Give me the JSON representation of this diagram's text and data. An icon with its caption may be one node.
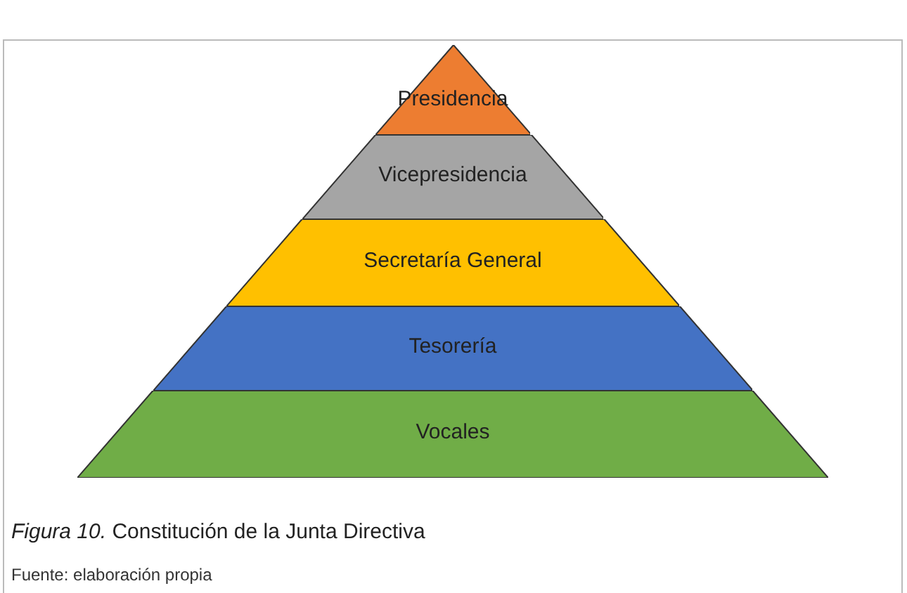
{
  "diagram": {
    "caption": "*Figura 10.* Constitución de la Junta Directiva",
    "nodes": [
      {
        "text": [
          "Presidencia"
        ]
      },
      {
        "text": [
          "Vicepresidencia"
        ]
      },
      {
        "text": [
          "Secretaría General"
        ]
      },
      {
        "text": [
          "Tesorería"
        ]
      },
      {
        "text": [
          "Vocales"
        ]
      }
    ],
    "labels": [
      "Fuente: elaboración propia"
    ]
  }
}
